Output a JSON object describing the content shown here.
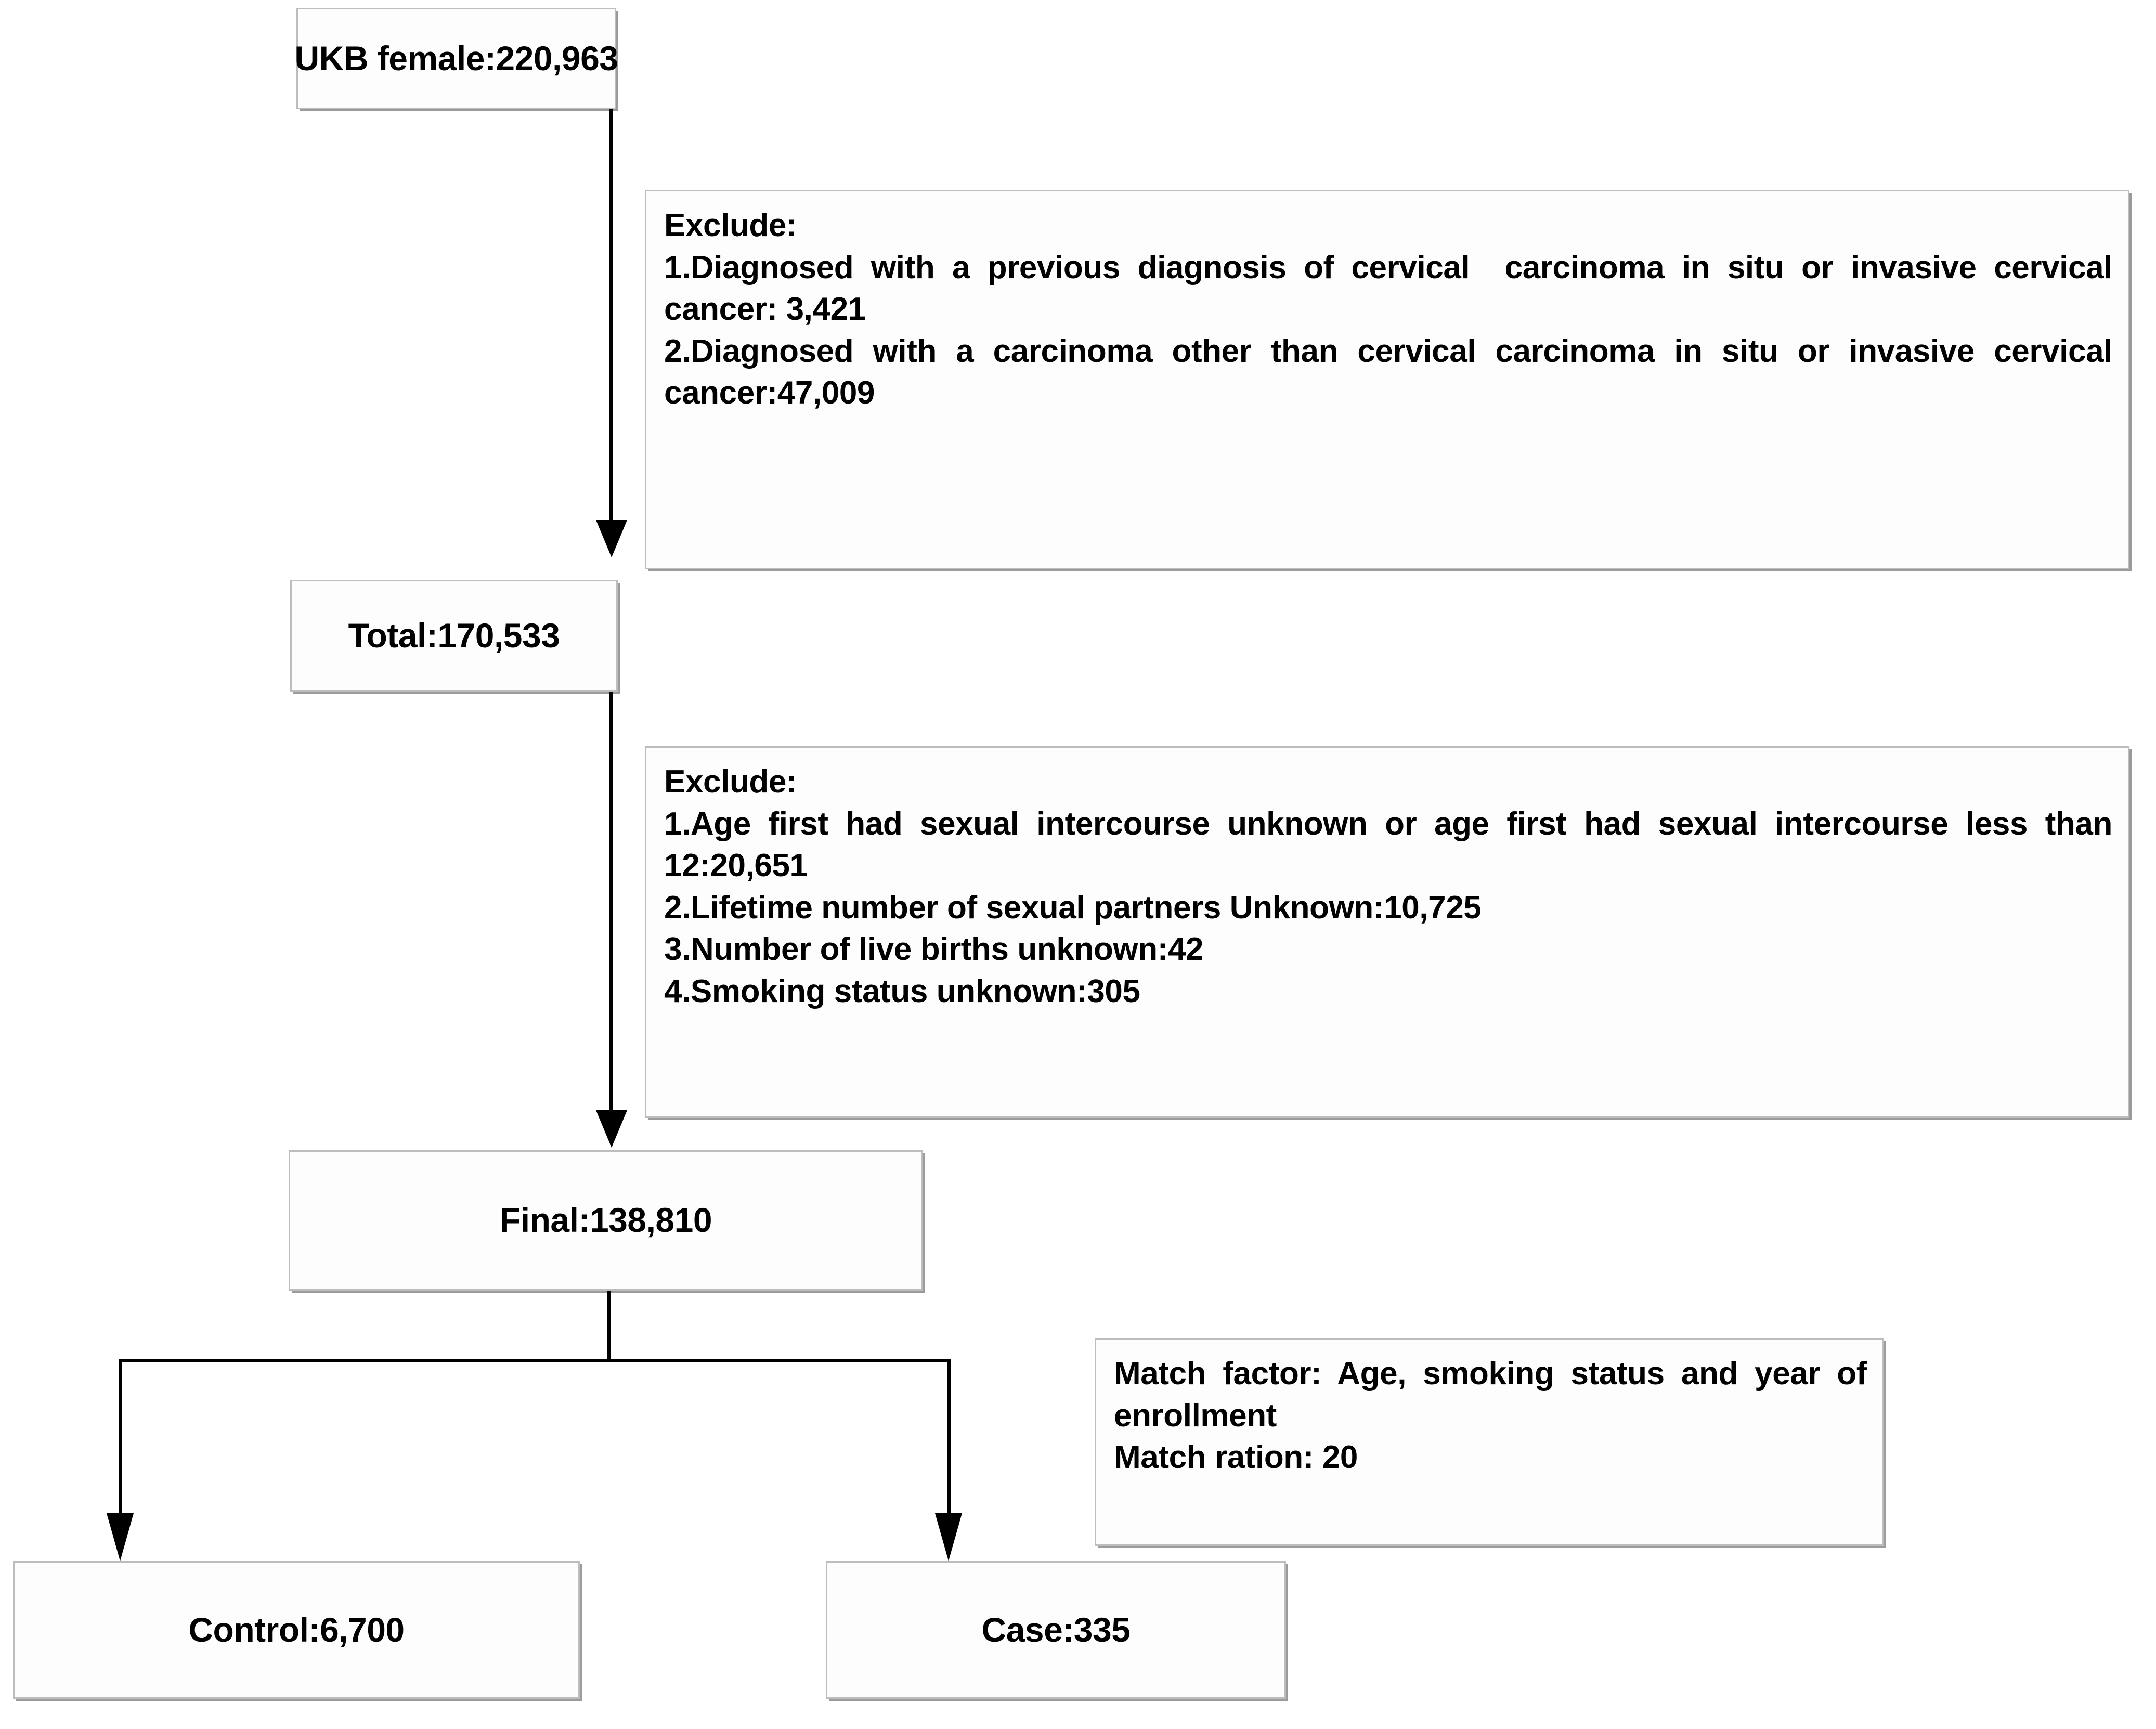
{
  "diagram": {
    "type": "flowchart",
    "title": "Study population selection flowchart",
    "nodes": {
      "cohort": {
        "label": "UKB female:220,963"
      },
      "total": {
        "label": "Total:170,533"
      },
      "final": {
        "label": "Final:138,810"
      },
      "control": {
        "label": "Control:6,700"
      },
      "case": {
        "label": "Case:335"
      }
    },
    "exclusion_1": {
      "heading": "Exclude:",
      "items": [
        "1.Diagnosed with a previous diagnosis of cervical  carcinoma in situ or invasive cervical cancer: 3,421",
        "2.Diagnosed with a carcinoma other than cervical carcinoma in situ or invasive cervical cancer:47,009"
      ]
    },
    "exclusion_2": {
      "heading": "Exclude:",
      "items": [
        "1.Age first had sexual intercourse unknown or age first had sexual intercourse less than 12:20,651",
        "2.Lifetime number of sexual partners Unknown:10,725",
        "3.Number of live births unknown:42",
        "4.Smoking status unknown:305"
      ]
    },
    "match_note": {
      "lines": [
        "Match factor: Age, smoking status and year of enrollment",
        "Match ration: 20"
      ]
    },
    "colors": {
      "box_border": "#bdbdbd",
      "box_shadow": "#9b9b9b",
      "connector": "#000000",
      "text": "#000000",
      "background": "#ffffff"
    }
  }
}
